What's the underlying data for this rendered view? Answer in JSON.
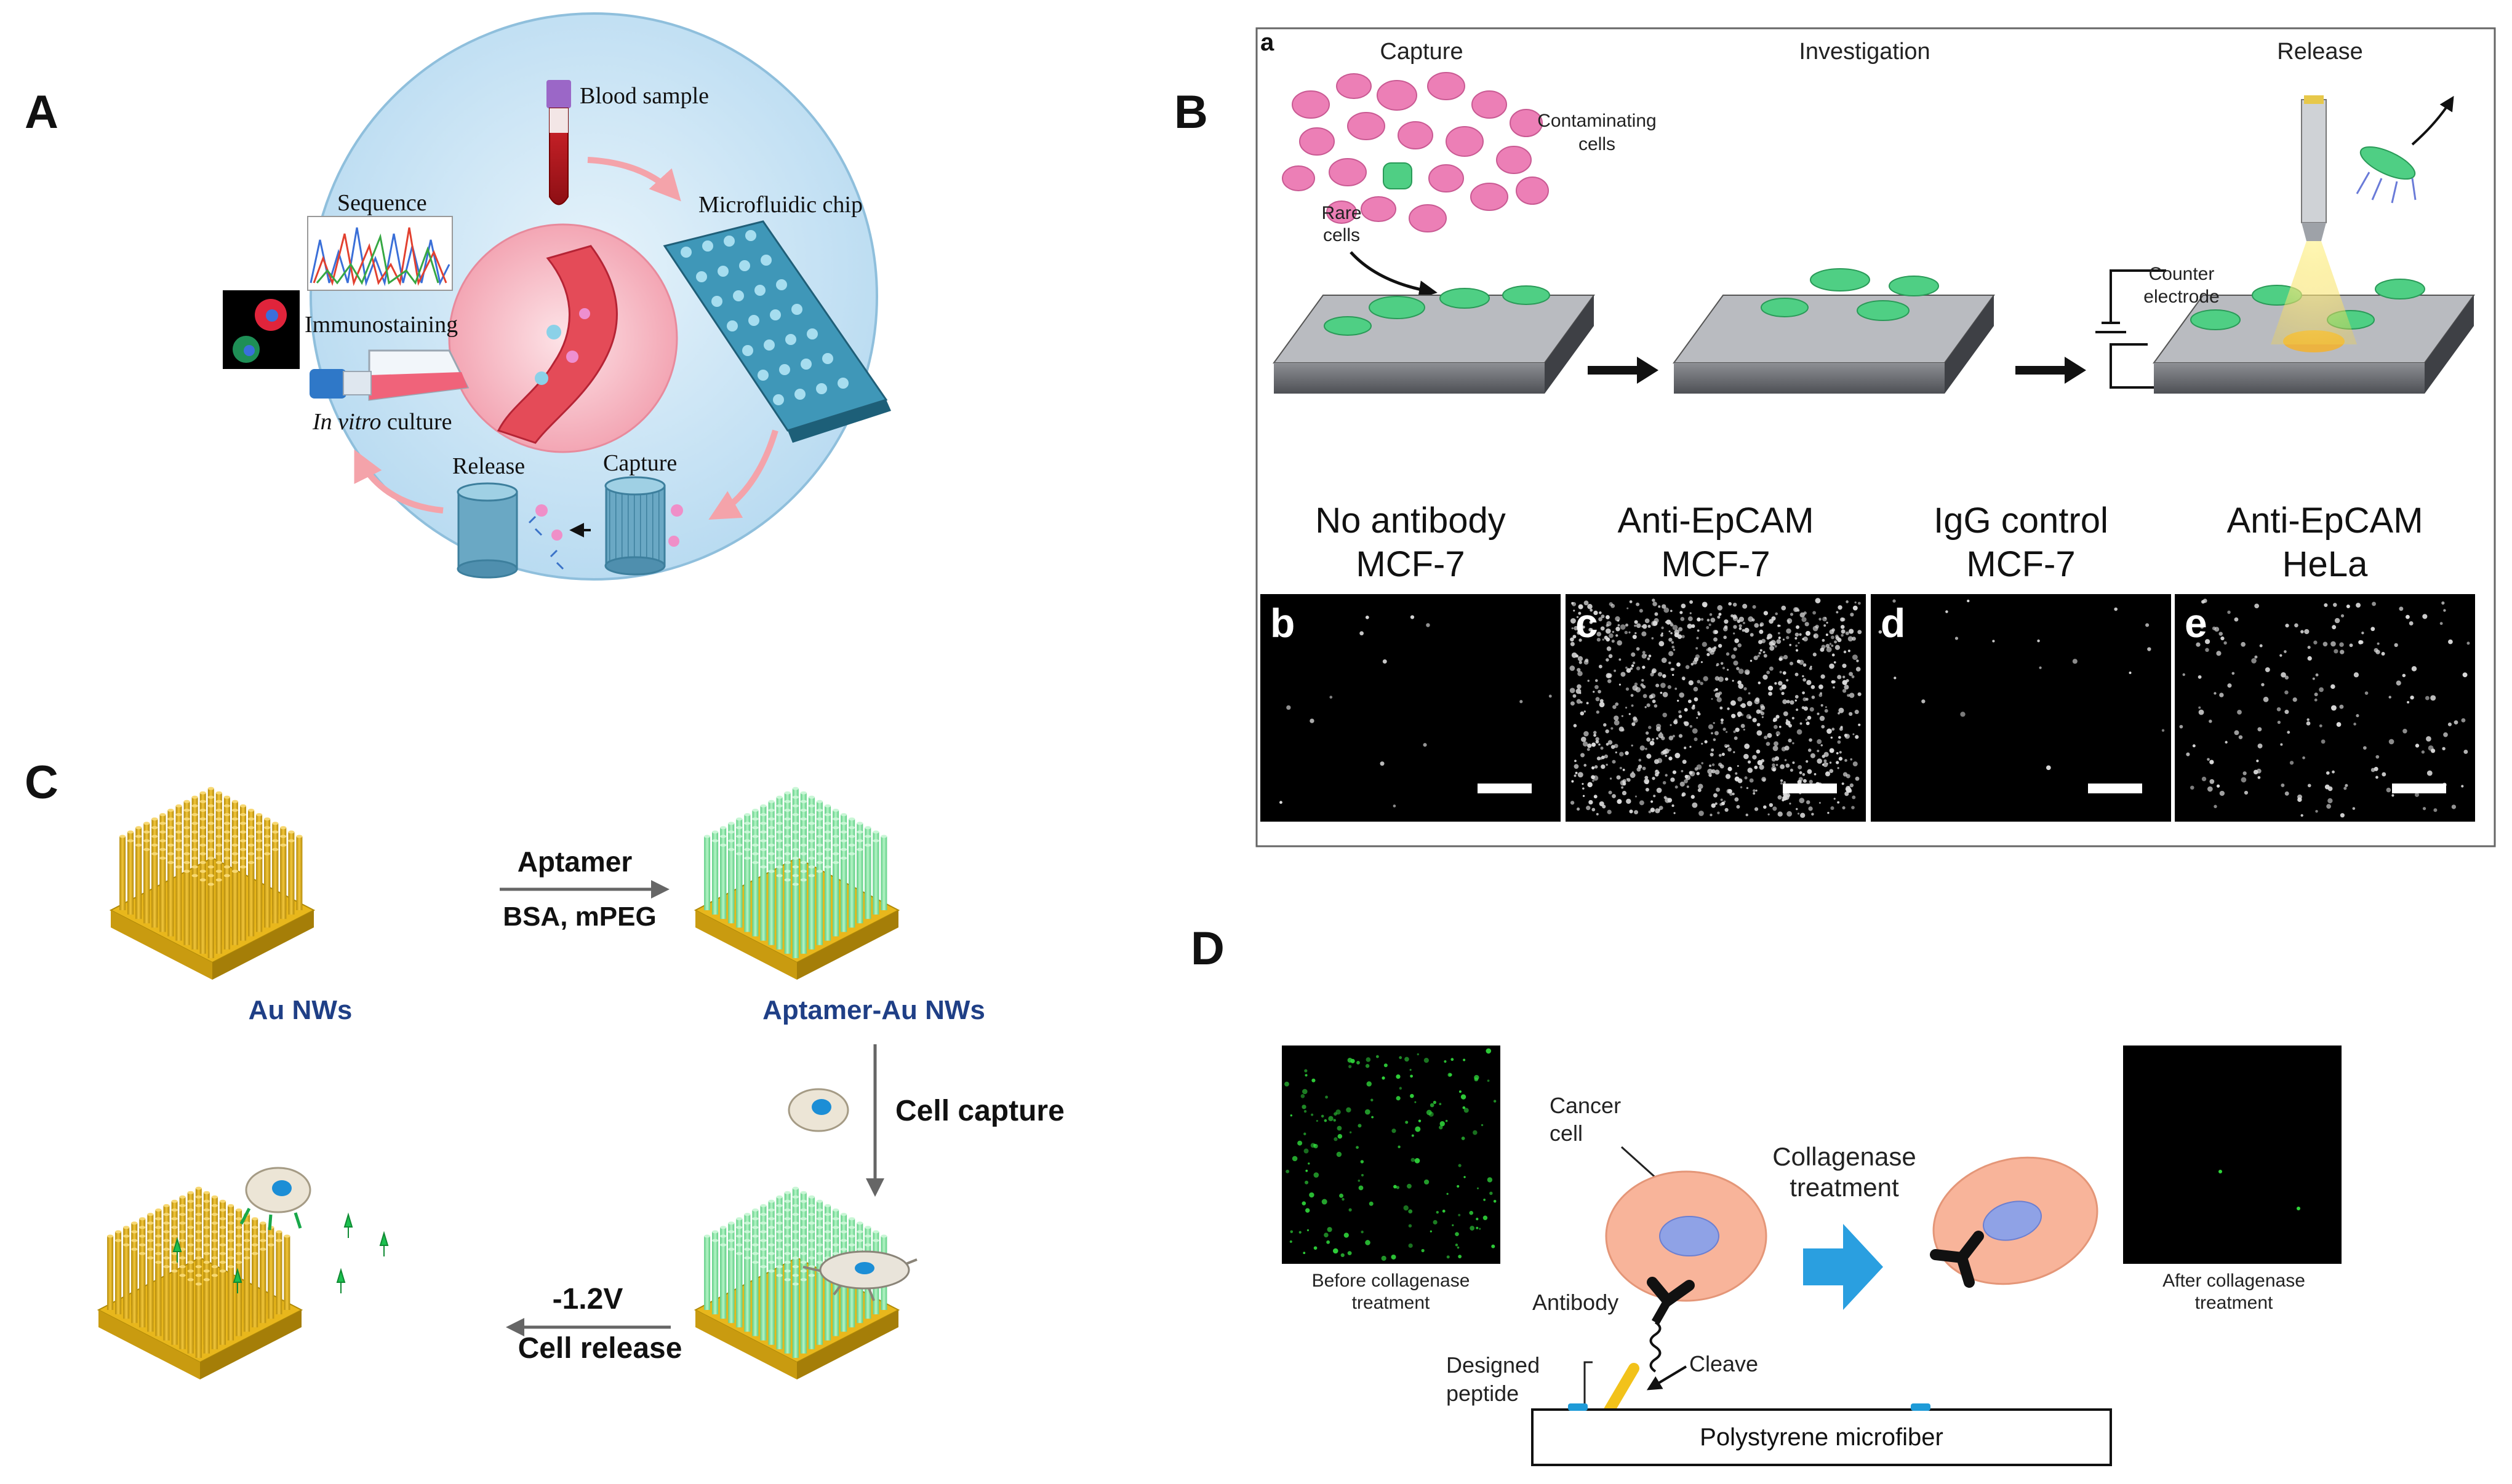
{
  "panels": {
    "A": {
      "letter": "A",
      "blood_sample": "Blood sample",
      "microfluidic_chip": "Microfluidic chip",
      "sequence": "Sequence",
      "immunostaining": "Immunostaining",
      "in_vitro": "In vitro",
      "culture": " culture",
      "release": "Release",
      "capture": "Capture"
    },
    "B": {
      "letter": "B",
      "sub_a": "a",
      "capture": "Capture",
      "investigation": "Investigation",
      "release": "Release",
      "contaminating_1": "Contaminating",
      "contaminating_2": "cells",
      "rare_1": "Rare",
      "rare_2": "cells",
      "counter_1": "Counter",
      "counter_2": "electrode",
      "images": [
        {
          "letter": "b",
          "line1": "No antibody",
          "line2": "MCF-7"
        },
        {
          "letter": "c",
          "line1": "Anti-EpCAM",
          "line2": "MCF-7"
        },
        {
          "letter": "d",
          "line1": "IgG control",
          "line2": "MCF-7"
        },
        {
          "letter": "e",
          "line1": "Anti-EpCAM",
          "line2": "HeLa"
        }
      ]
    },
    "C": {
      "letter": "C",
      "aptamer": "Aptamer",
      "bsa": "BSA, mPEG",
      "au_nws": "Au NWs",
      "aptamer_au_nws": "Aptamer-Au NWs",
      "cell_capture": "Cell capture",
      "voltage": "-1.2V",
      "cell_release": "Cell release"
    },
    "D": {
      "letter": "D",
      "cancer_1": "Cancer",
      "cancer_2": "cell",
      "collagenase_1": "Collagenase",
      "collagenase_2": "treatment",
      "antibody": "Antibody",
      "cleave": "Cleave",
      "designed_1": "Designed",
      "designed_2": "peptide",
      "microfiber": "Polystyrene microfiber",
      "before_1": "Before collagenase",
      "before_2": "treatment",
      "after_1": "After collagenase",
      "after_2": "treatment"
    }
  },
  "colors": {
    "gold": "#e8b71c",
    "green_pillar": "#8de8a8",
    "navy_label": "#1f3f86",
    "pink_cell": "#e97fb4",
    "salmon_cell": "#f7b79a",
    "nucleus": "#8fa2e6",
    "arrow_blue": "#2a9fe0",
    "circle_bg": "#cfe6f6"
  }
}
